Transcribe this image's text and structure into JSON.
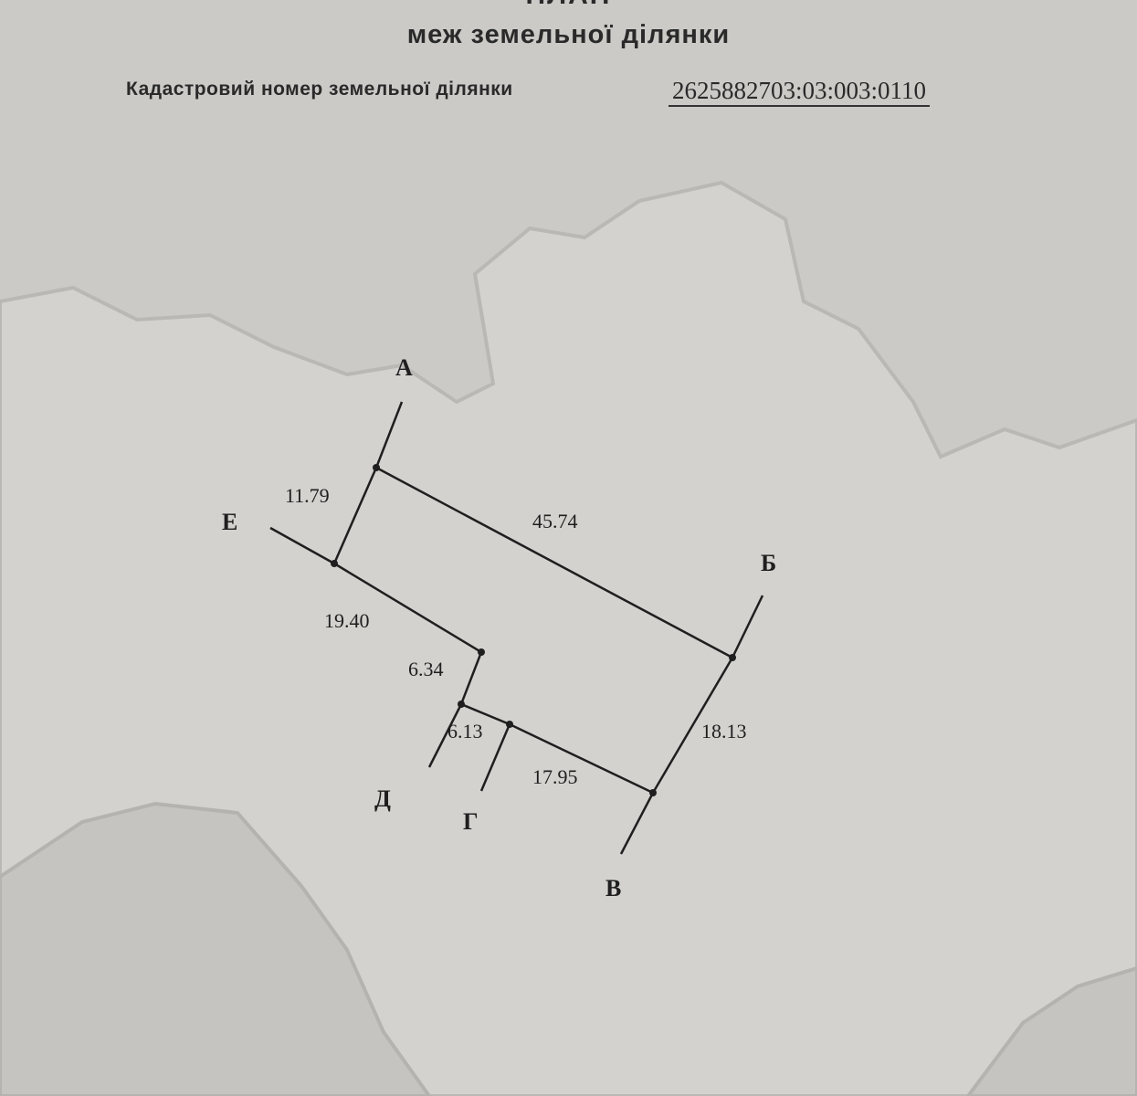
{
  "header": {
    "title": "ПЛАН",
    "subtitle": "меж земельної ділянки",
    "cadastral_label": "Кадастровий номер земельної ділянки",
    "cadastral_number": "2625882703:03:003:0110"
  },
  "points": [
    "А",
    "Б",
    "В",
    "Г",
    "Д",
    "Е"
  ],
  "segments": [
    {
      "from": "А",
      "to": "Б",
      "length": "45.74"
    },
    {
      "from": "Б",
      "to": "В",
      "length": "18.13"
    },
    {
      "from": "В",
      "to": "Г",
      "length": "17.95"
    },
    {
      "from": "Г",
      "to": "Д",
      "length": "6.13"
    },
    {
      "from": "Д",
      "to": "",
      "length": "6.34"
    },
    {
      "from": "",
      "to": "Е",
      "length": "19.40"
    },
    {
      "from": "Е",
      "to": "А",
      "length": "11.79"
    }
  ],
  "colors": {
    "paper": "#cbcac7",
    "ink": "#1f1f1f",
    "emboss": "#dcdbd8"
  }
}
